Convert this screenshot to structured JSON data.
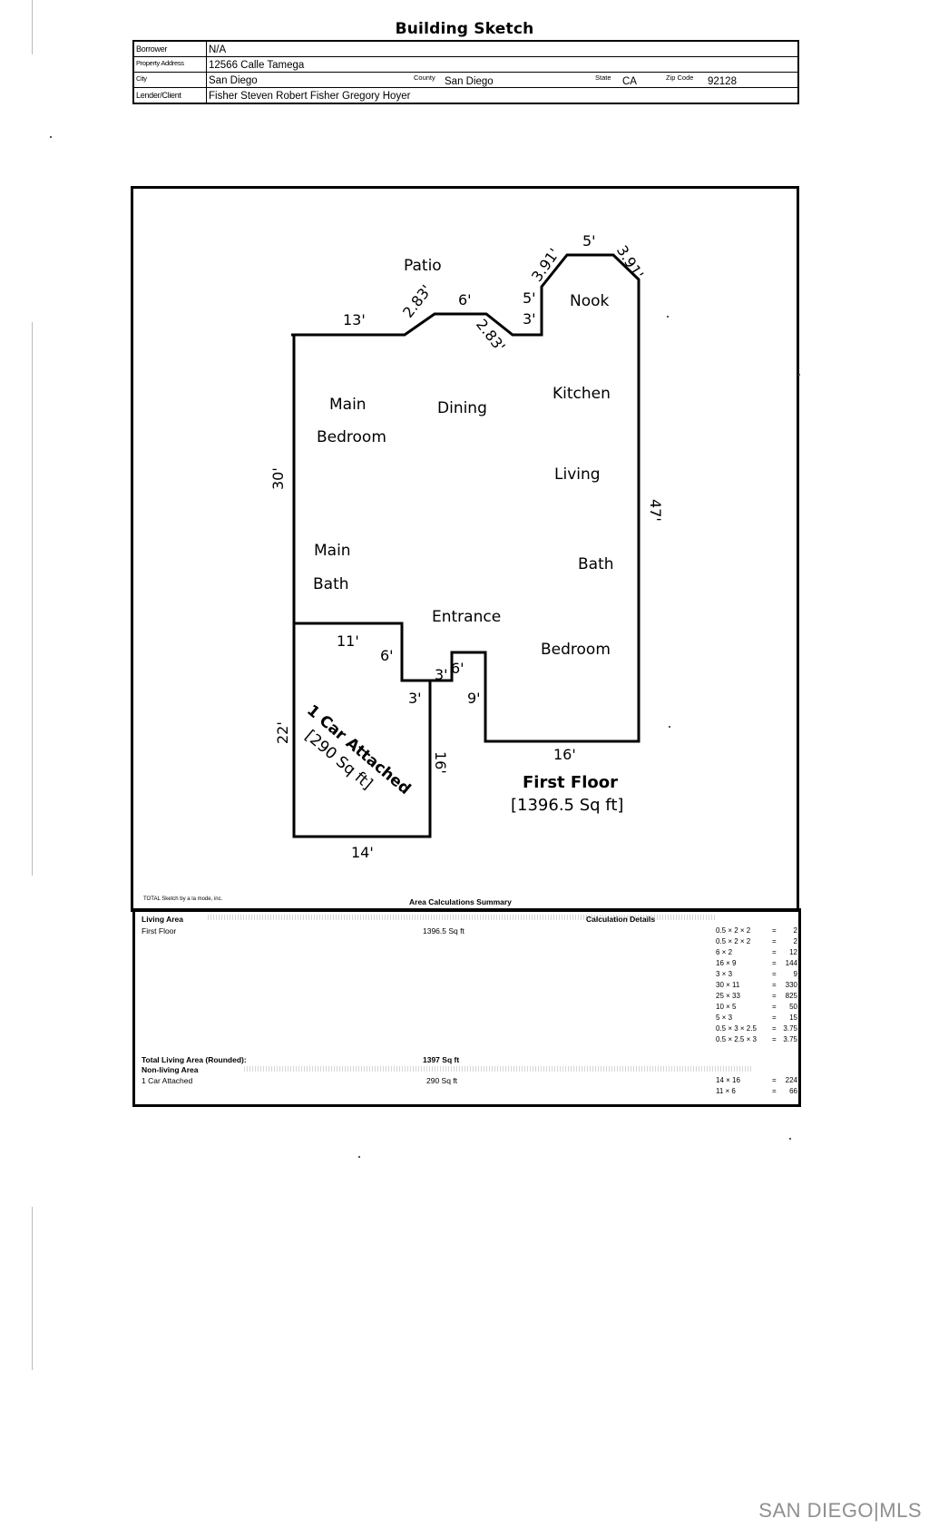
{
  "title": "Building Sketch",
  "header": {
    "borrower_label": "Borrower",
    "borrower": "N/A",
    "property_label": "Property Address",
    "property": "12566 Calle Tamega",
    "city_label": "City",
    "city": "San Diego",
    "county_label": "County",
    "county": "San Diego",
    "state_label": "State",
    "state": "CA",
    "zip_label": "Zip Code",
    "zip": "92128",
    "lender_label": "Lender/Client",
    "lender": "Fisher Steven Robert Fisher Gregory Hoyer"
  },
  "sketch": {
    "rooms": {
      "patio": "Patio",
      "nook": "Nook",
      "main": "Main",
      "bedroom": "Bedroom",
      "dining": "Dining",
      "kitchen": "Kitchen",
      "living": "Living",
      "main2": "Main",
      "bath": "Bath",
      "bath2": "Bath",
      "entrance": "Entrance",
      "bedroom2": "Bedroom"
    },
    "dims": {
      "d13": "13'",
      "d283a": "2.83'",
      "d6a": "6'",
      "d283b": "2.83'",
      "d5a": "5'",
      "d3a": "3'",
      "d391a": "3.91'",
      "d5b": "5'",
      "d391b": "3.91'",
      "d30": "30'",
      "d47": "47'",
      "d11": "11'",
      "d6b": "6'",
      "d3b": "3'",
      "d6c": "6'",
      "d3c": "3'",
      "d9": "9'",
      "d22": "22'",
      "d16a": "16'",
      "d16b": "16'",
      "d14": "14'"
    },
    "garage": "1 Car Attached",
    "garage_area": "[290 Sq ft]",
    "floor": "First Floor",
    "floor_area": "[1396.5 Sq ft]"
  },
  "summary": {
    "credit": "TOTAL Sketch by a la mode, inc.",
    "title": "Area Calculations Summary",
    "living_area": "Living Area",
    "calc_details": "Calculation Details",
    "first_floor": "First Floor",
    "first_floor_area": "1396.5 Sq ft",
    "total_label": "Total Living Area (Rounded):",
    "total_value": "1397 Sq ft",
    "non_living": "Non-living Area",
    "garage": "1 Car Attached",
    "garage_area": "290 Sq ft",
    "calcs": [
      {
        "f": "0.5 × 2 × 2",
        "r": "2"
      },
      {
        "f": "0.5 × 2 × 2",
        "r": "2"
      },
      {
        "f": "6 × 2",
        "r": "12"
      },
      {
        "f": "16 × 9",
        "r": "144"
      },
      {
        "f": "3 × 3",
        "r": "9"
      },
      {
        "f": "30 × 11",
        "r": "330"
      },
      {
        "f": "25 × 33",
        "r": "825"
      },
      {
        "f": "10 × 5",
        "r": "50"
      },
      {
        "f": "5 × 3",
        "r": "15"
      },
      {
        "f": "0.5 × 3 × 2.5",
        "r": "3.75"
      },
      {
        "f": "0.5 × 2.5 × 3",
        "r": "3.75"
      }
    ],
    "garage_calcs": [
      {
        "f": "14 × 16",
        "r": "224"
      },
      {
        "f": "11 × 6",
        "r": "66"
      }
    ]
  },
  "watermark": "SAN DIEGO|MLS"
}
